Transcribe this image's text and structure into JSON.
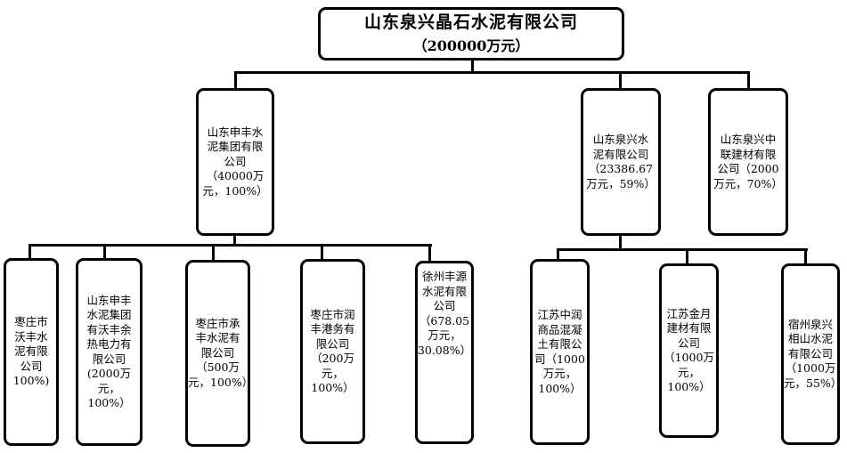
{
  "colors": {
    "line": "#000000",
    "node_border": "#000000",
    "background": "#ffffff"
  },
  "org_chart": {
    "root": {
      "name": "山东泉兴晶石水泥有限公司",
      "capital": "（200000万元）"
    },
    "level2": [
      {
        "text": "山东申丰水\n泥集团有限\n公司\n（40000万\n元，100%）"
      },
      {
        "text": "山东泉兴水\n泥有限公司\n（23386.67\n万元，59%）"
      },
      {
        "text": "山东泉兴中\n联建材有限\n公司（2000\n万元，70%）"
      }
    ],
    "level3": [
      {
        "text": "枣庄市\n沃丰水\n泥有限\n公司\n100%)"
      },
      {
        "text": "山东申丰\n水泥集团\n有沃丰余\n热电力有\n限公司\n(2000万元，\n100%）"
      },
      {
        "text": "枣庄市承\n丰水泥有\n限公司\n（500万\n元，100%）"
      },
      {
        "text": "枣庄市润\n丰港务有\n限公司\n（200万元，\n100%）"
      },
      {
        "text": "徐州丰源\n水泥有限\n公司\n（678.05\n万元，\n30.08%）"
      },
      {
        "text": "江苏中润\n商品混凝\n土有限公\n司（1000\n万元，\n100%）"
      },
      {
        "text": "江苏金月\n建材有限\n公司\n（1000万\n元，\n100%）"
      },
      {
        "text": "宿州泉兴\n相山水泥\n有限公司\n（1000万\n元，55%）"
      }
    ]
  }
}
